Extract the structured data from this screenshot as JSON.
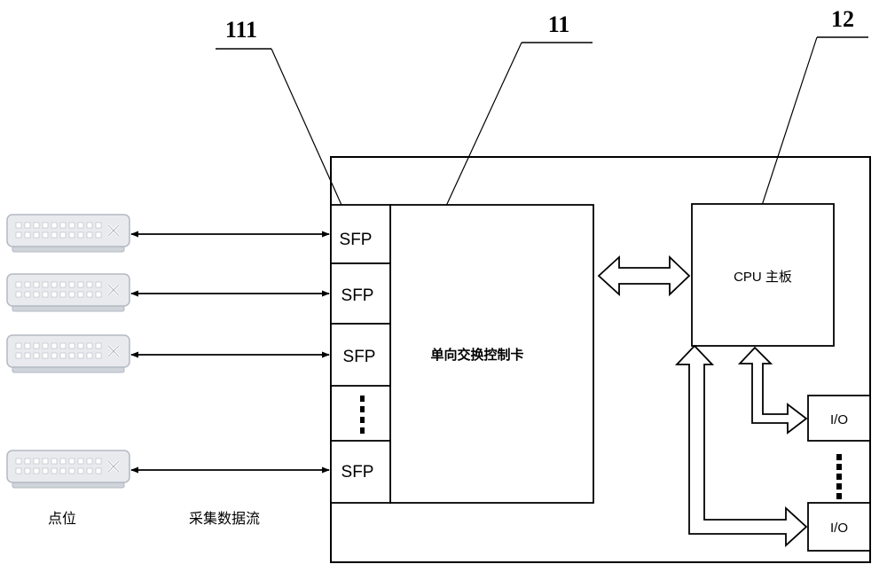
{
  "refs": {
    "port": "111",
    "card": "11",
    "cpu": "12"
  },
  "sfp_ports": [
    "SFP",
    "SFP",
    "SFP",
    "SFP"
  ],
  "switch_card": {
    "label": "单向交换控制卡"
  },
  "cpu_board": {
    "label": "CPU 主板"
  },
  "io_ports": [
    "I/O",
    "I/O"
  ],
  "bottom_labels": {
    "endpoints": "点位",
    "data_flow": "采集数据流"
  },
  "colors": {
    "line": "#000000",
    "device_fill": "#e8eaee",
    "device_stroke": "#b4b9c2",
    "device_dot": "#ffffff"
  },
  "icons": {
    "endpoint_device": "network-switch-icon"
  }
}
